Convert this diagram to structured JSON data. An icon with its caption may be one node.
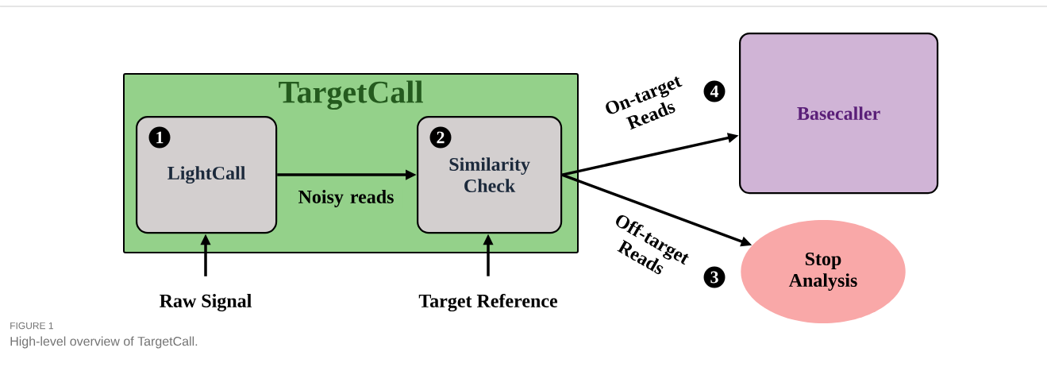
{
  "diagram": {
    "caption": "High-level overview of TargetCall.",
    "nodes": [
      {
        "text": [
          "TargetCall"
        ]
      },
      {
        "text": [
          "1",
          "LightCall"
        ],
        "in": 0
      },
      {
        "text": [
          "2",
          "Similarity Check"
        ],
        "in": 0
      },
      {
        "text": [
          "Raw Signal"
        ]
      },
      {
        "text": [
          "Target Reference"
        ]
      },
      {
        "text": [
          "Basecaller"
        ]
      },
      {
        "text": [
          "Stop Analysis"
        ]
      }
    ],
    "edges": [
      {
        "from": 1,
        "to": 2,
        "arrow": "to",
        "label": "Noisy reads"
      },
      {
        "from": 3,
        "to": 1,
        "arrow": "to"
      },
      {
        "from": 4,
        "to": 2,
        "arrow": "to"
      },
      {
        "from": 2,
        "to": 5,
        "arrow": "to",
        "label": "On-target Reads"
      },
      {
        "from": 2,
        "to": 6,
        "arrow": "to",
        "label": "Off-target Reads"
      }
    ],
    "labels": [
      "4",
      "3",
      "FIGURE 1"
    ]
  }
}
